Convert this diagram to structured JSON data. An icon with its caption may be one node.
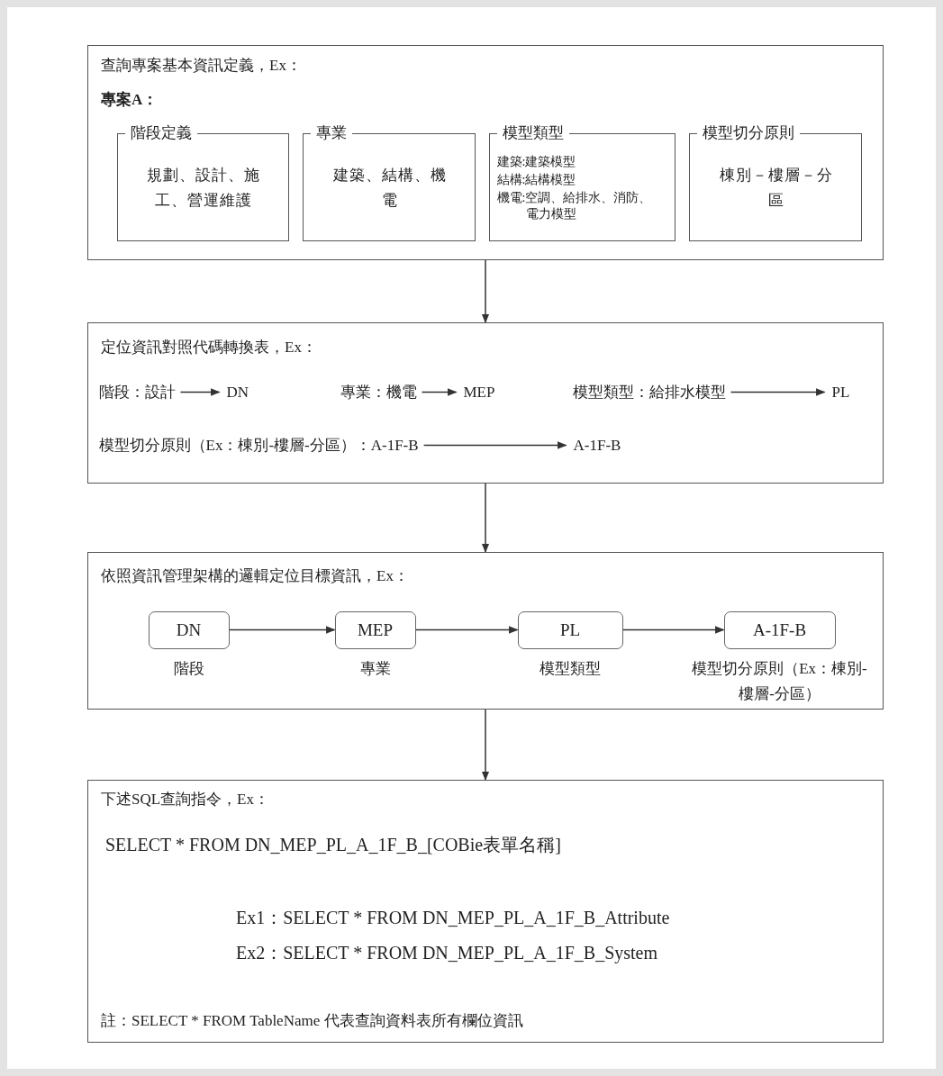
{
  "diagram": {
    "nodes": [
      {
        "text": [
          "查詢專案基本資訊定義，Ex：",
          "專案A："
        ]
      },
      {
        "text": [
          "階段定義",
          "規劃、設計、施工、營運維護"
        ],
        "in": 0
      },
      {
        "text": [
          "專業",
          "建築、結構、機電"
        ],
        "in": 0
      },
      {
        "text": [
          "模型類型",
          "建築:建築模型",
          "結構:結構模型",
          "機電:空調、給排水、消防、電力模型"
        ],
        "in": 0
      },
      {
        "text": [
          "模型切分原則",
          "棟別－樓層－分區"
        ],
        "in": 0
      },
      {
        "text": [
          "定位資訊對照代碼轉換表，Ex："
        ]
      },
      {
        "text": [
          "階段：設計"
        ],
        "in": 5
      },
      {
        "text": [
          "DN"
        ],
        "in": 5
      },
      {
        "text": [
          "專業：機電"
        ],
        "in": 5
      },
      {
        "text": [
          "MEP"
        ],
        "in": 5
      },
      {
        "text": [
          "模型類型：給排水模型"
        ],
        "in": 5
      },
      {
        "text": [
          "PL"
        ],
        "in": 5
      },
      {
        "text": [
          "模型切分原則（Ex：棟別-樓層-分區）：A-1F-B"
        ],
        "in": 5
      },
      {
        "text": [
          "A-1F-B"
        ],
        "in": 5
      },
      {
        "text": [
          "依照資訊管理架構的邏輯定位目標資訊，Ex："
        ]
      },
      {
        "text": [
          "DN"
        ],
        "in": 14,
        "beside": [
          "階段"
        ]
      },
      {
        "text": [
          "MEP"
        ],
        "in": 14,
        "beside": [
          "專業"
        ]
      },
      {
        "text": [
          "PL"
        ],
        "in": 14,
        "beside": [
          "模型類型"
        ]
      },
      {
        "text": [
          "A-1F-B"
        ],
        "in": 14,
        "beside": [
          "模型切分原則（Ex：棟別-樓層-分區）"
        ]
      },
      {
        "text": [
          "下述SQL查詢指令，Ex：",
          "SELECT * FROM DN_MEP_PL_A_1F_B_[COBie表單名稱]",
          "Ex1：SELECT * FROM DN_MEP_PL_A_1F_B_Attribute",
          "Ex2：SELECT * FROM DN_MEP_PL_A_1F_B_System",
          "註：SELECT * FROM TableName 代表查詢資料表所有欄位資訊"
        ]
      }
    ],
    "edges": [
      {
        "from": 0,
        "to": 5,
        "arrow": "to"
      },
      {
        "from": 5,
        "to": 14,
        "arrow": "to"
      },
      {
        "from": 14,
        "to": 19,
        "arrow": "to"
      },
      {
        "from": 6,
        "to": 7,
        "arrow": "to"
      },
      {
        "from": 8,
        "to": 9,
        "arrow": "to"
      },
      {
        "from": 10,
        "to": 11,
        "arrow": "to"
      },
      {
        "from": 12,
        "to": 13,
        "arrow": "to"
      },
      {
        "from": 15,
        "to": 16,
        "arrow": "to"
      },
      {
        "from": 16,
        "to": 17,
        "arrow": "to"
      },
      {
        "from": 17,
        "to": 18,
        "arrow": "to"
      }
    ]
  }
}
